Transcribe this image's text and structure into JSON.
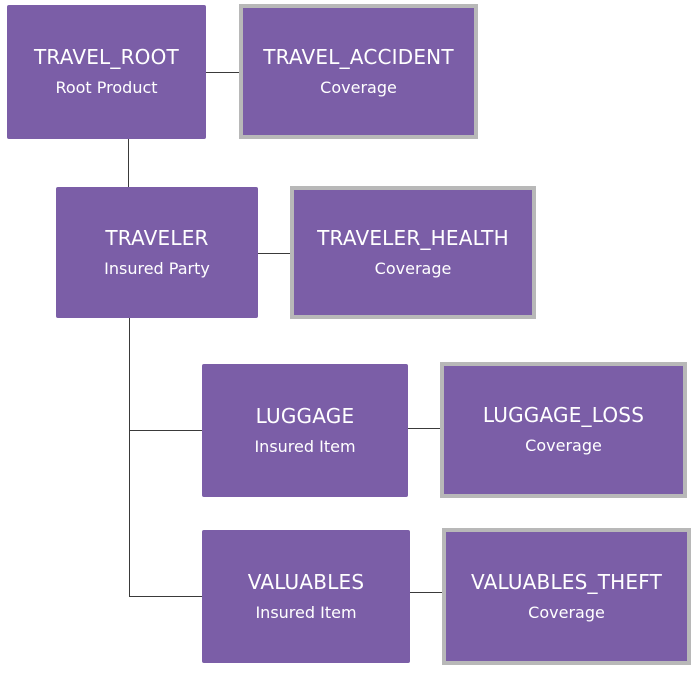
{
  "diagram": {
    "nodes": {
      "travel_root": {
        "name": "TRAVEL_ROOT",
        "type": "Root Product"
      },
      "travel_accident": {
        "name": "TRAVEL_ACCIDENT",
        "type": "Coverage"
      },
      "traveler": {
        "name": "TRAVELER",
        "type": "Insured Party"
      },
      "traveler_health": {
        "name": "TRAVELER_HEALTH",
        "type": "Coverage"
      },
      "luggage": {
        "name": "LUGGAGE",
        "type": "Insured Item"
      },
      "luggage_loss": {
        "name": "LUGGAGE_LOSS",
        "type": "Coverage"
      },
      "valuables": {
        "name": "VALUABLES",
        "type": "Insured Item"
      },
      "valuables_theft": {
        "name": "VALUABLES_THEFT",
        "type": "Coverage"
      }
    },
    "colors": {
      "node_fill": "#7b5ea7",
      "node_text": "#ffffff",
      "coverage_border": "#b8b8b8",
      "connector": "#3a3a3a"
    }
  }
}
